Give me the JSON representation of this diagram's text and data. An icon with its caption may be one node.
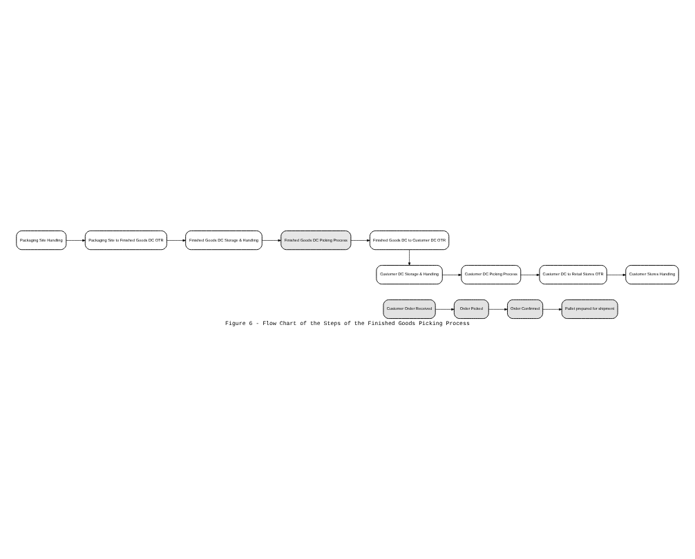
{
  "diagram": {
    "caption": "Figure 6 - Flow Chart of the Steps of the Finished Goods Picking Process",
    "nodes": [
      {
        "text": [
          "Packaging Site Handling"
        ]
      },
      {
        "text": [
          "Packaging Site to Finished Goods DC OTR"
        ]
      },
      {
        "text": [
          "Finished Goods DC Storage & Handling"
        ]
      },
      {
        "text": [
          "Finished Goods DC Picking Process"
        ]
      },
      {
        "text": [
          "Finished Goods DC to Customer DC OTR"
        ]
      },
      {
        "text": [
          "Customer DC Storage & Handling"
        ]
      },
      {
        "text": [
          "Customer DC Picking Process"
        ]
      },
      {
        "text": [
          "Customer DC to Retail Stores OTR"
        ]
      },
      {
        "text": [
          "Customer Stores Handling"
        ]
      },
      {
        "text": [
          "Customer Order Received"
        ]
      },
      {
        "text": [
          "Order Picked"
        ]
      },
      {
        "text": [
          "Order Confirmed"
        ]
      },
      {
        "text": [
          "Pallet prepared for shipment"
        ]
      }
    ],
    "edges": [
      {
        "from": 0,
        "to": 1,
        "arrow": "to"
      },
      {
        "from": 1,
        "to": 2,
        "arrow": "to"
      },
      {
        "from": 2,
        "to": 3,
        "arrow": "to"
      },
      {
        "from": 3,
        "to": 4,
        "arrow": "to"
      },
      {
        "from": 4,
        "to": 5,
        "arrow": "to"
      },
      {
        "from": 5,
        "to": 6,
        "arrow": "to"
      },
      {
        "from": 6,
        "to": 7,
        "arrow": "to"
      },
      {
        "from": 7,
        "to": 8,
        "arrow": "to"
      },
      {
        "from": 9,
        "to": 10,
        "arrow": "to"
      },
      {
        "from": 10,
        "to": 11,
        "arrow": "to"
      },
      {
        "from": 11,
        "to": 12,
        "arrow": "to"
      }
    ]
  }
}
